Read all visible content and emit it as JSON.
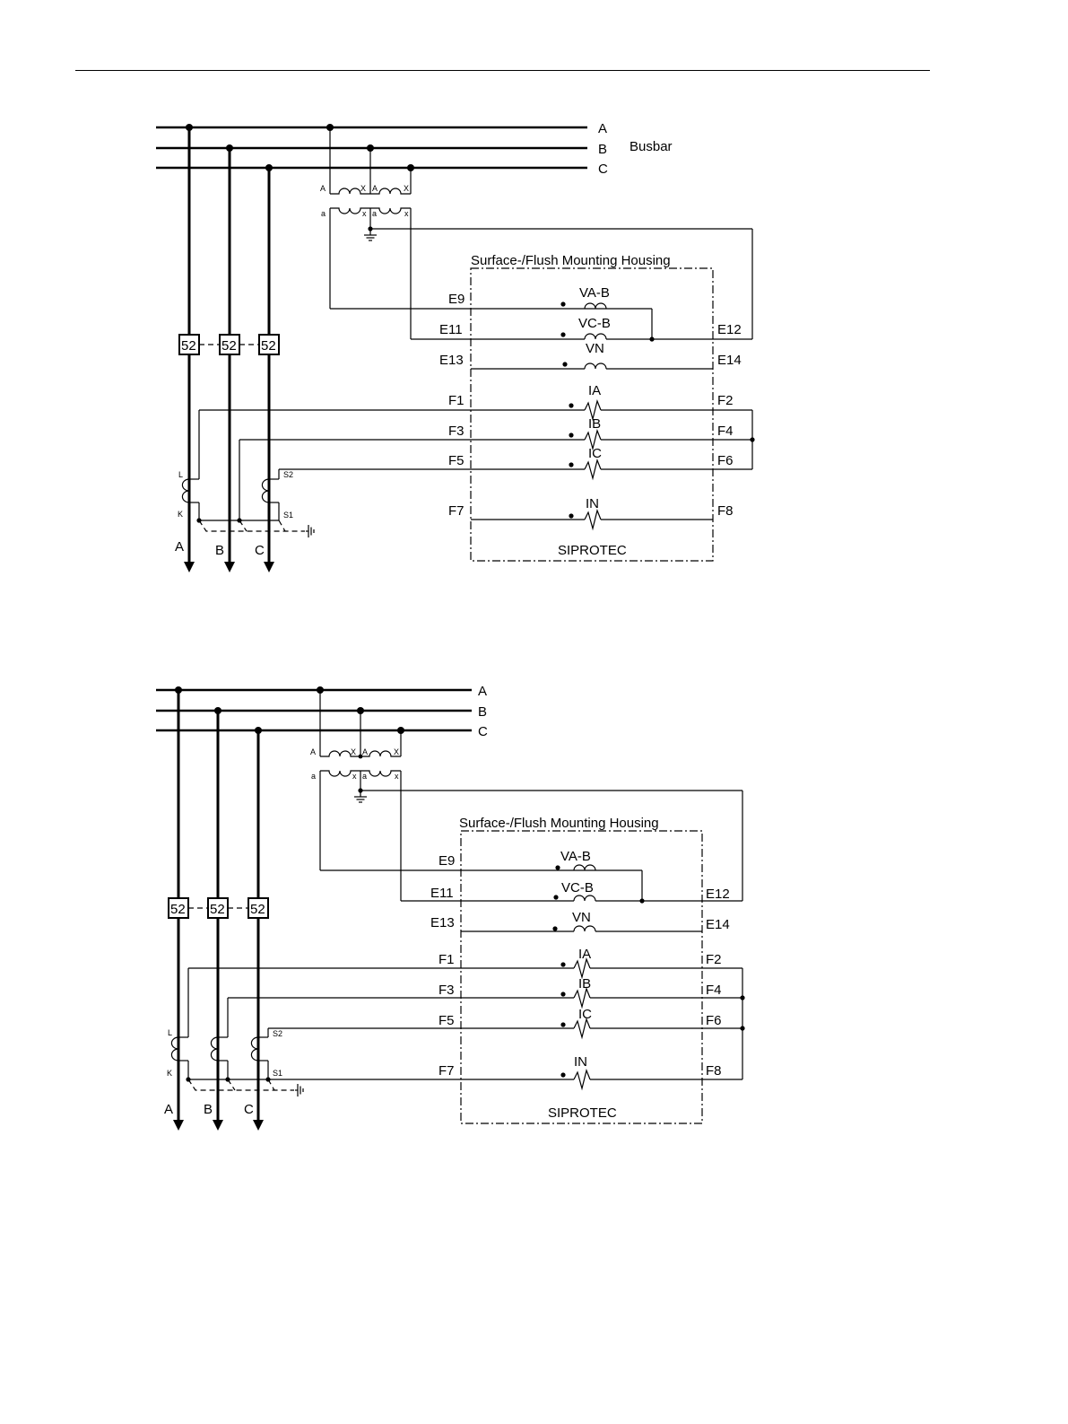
{
  "diagram_1": {
    "title": "Surface-/Flush Mounting Housing",
    "device": "SIPROTEC",
    "busbar_label": "Busbar",
    "phases": [
      "A",
      "B",
      "C"
    ],
    "feeder_labels": [
      "A",
      "B",
      "C"
    ],
    "breaker_label": "52",
    "vt_primary_labels": [
      "A",
      "X",
      "A",
      "X"
    ],
    "vt_secondary_labels": [
      "a",
      "x",
      "a",
      "x"
    ],
    "ct_labels": {
      "top_left": "L",
      "bottom_left": "K",
      "top_right": "S2",
      "bottom_right": "S1"
    },
    "channels": [
      {
        "name": "VA-B",
        "left": "E9",
        "right": ""
      },
      {
        "name": "VC-B",
        "left": "E11",
        "right": "E12"
      },
      {
        "name": "VN",
        "left": "E13",
        "right": "E14"
      },
      {
        "name": "IA",
        "left": "F1",
        "right": "F2"
      },
      {
        "name": "IB",
        "left": "F3",
        "right": "F4"
      },
      {
        "name": "IC",
        "left": "F5",
        "right": "F6"
      },
      {
        "name": "IN",
        "left": "F7",
        "right": "F8"
      }
    ]
  },
  "diagram_2": {
    "title": "Surface-/Flush Mounting Housing",
    "device": "SIPROTEC",
    "phases": [
      "A",
      "B",
      "C"
    ],
    "feeder_labels": [
      "A",
      "B",
      "C"
    ],
    "breaker_label": "52",
    "vt_primary_labels": [
      "A",
      "X",
      "A",
      "X"
    ],
    "vt_secondary_labels": [
      "a",
      "x",
      "a",
      "x"
    ],
    "ct_labels": {
      "top_left": "L",
      "bottom_left": "K",
      "top_right": "S2",
      "bottom_right": "S1"
    },
    "channels": [
      {
        "name": "VA-B",
        "left": "E9",
        "right": ""
      },
      {
        "name": "VC-B",
        "left": "E11",
        "right": "E12"
      },
      {
        "name": "VN",
        "left": "E13",
        "right": "E14"
      },
      {
        "name": "IA",
        "left": "F1",
        "right": "F2"
      },
      {
        "name": "IB",
        "left": "F3",
        "right": "F4"
      },
      {
        "name": "IC",
        "left": "F5",
        "right": "F6"
      },
      {
        "name": "IN",
        "left": "F7",
        "right": "F8"
      }
    ]
  }
}
